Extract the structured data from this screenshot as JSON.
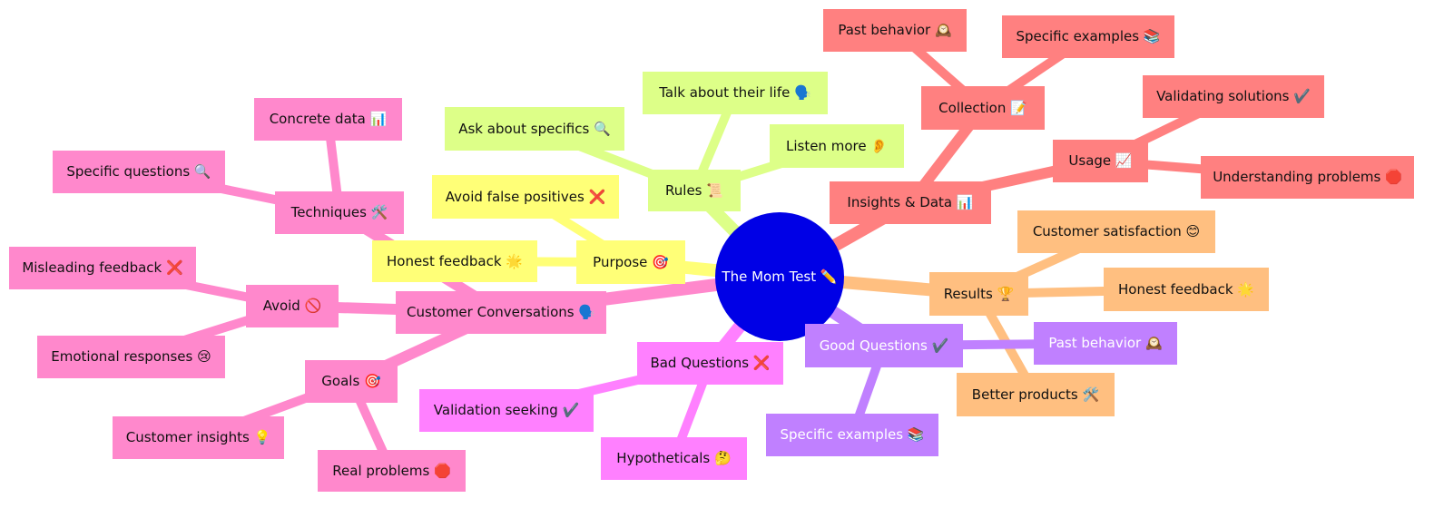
{
  "colors": {
    "root": "#0000e6",
    "yellow": "#ffff77",
    "lime": "#ddff88",
    "red": "#ff8080",
    "orange": "#ffbf80",
    "purple": "#c080ff",
    "magenta": "#ff80ff",
    "pink": "#ff88cc"
  },
  "root": {
    "label": "The Mom Test ✏️"
  },
  "branches": {
    "purpose": {
      "label": "Purpose 🎯",
      "children": [
        "Honest feedback 🌟",
        "Avoid false positives ❌"
      ]
    },
    "rules": {
      "label": "Rules 📜",
      "children": [
        "Ask about specifics 🔍",
        "Talk about their life 🗣️",
        "Listen more 👂"
      ]
    },
    "insights": {
      "label": "Insights & Data 📊",
      "collection": {
        "label": "Collection 📝",
        "children": [
          "Past behavior 🕰️",
          "Specific examples 📚"
        ]
      },
      "usage": {
        "label": "Usage 📈",
        "children": [
          "Validating solutions ✔️",
          "Understanding problems 🛑"
        ]
      }
    },
    "results": {
      "label": "Results 🏆",
      "children": [
        "Customer satisfaction 😊",
        "Honest feedback 🌟",
        "Better products 🛠️"
      ]
    },
    "good_questions": {
      "label": "Good Questions ✔️",
      "children": [
        "Past behavior 🕰️",
        "Specific examples 📚"
      ]
    },
    "bad_questions": {
      "label": "Bad Questions ❌",
      "children": [
        "Validation seeking ✔️",
        "Hypotheticals 🤔"
      ]
    },
    "customer_conversations": {
      "label": "Customer Conversations 🗣️",
      "techniques": {
        "label": "Techniques 🛠️",
        "children": [
          "Concrete data 📊",
          "Specific questions 🔍"
        ]
      },
      "avoid": {
        "label": "Avoid 🚫",
        "children": [
          "Misleading feedback ❌",
          "Emotional responses 😢"
        ]
      },
      "goals": {
        "label": "Goals 🎯",
        "children": [
          "Customer insights 💡",
          "Real problems 🛑"
        ]
      }
    }
  }
}
